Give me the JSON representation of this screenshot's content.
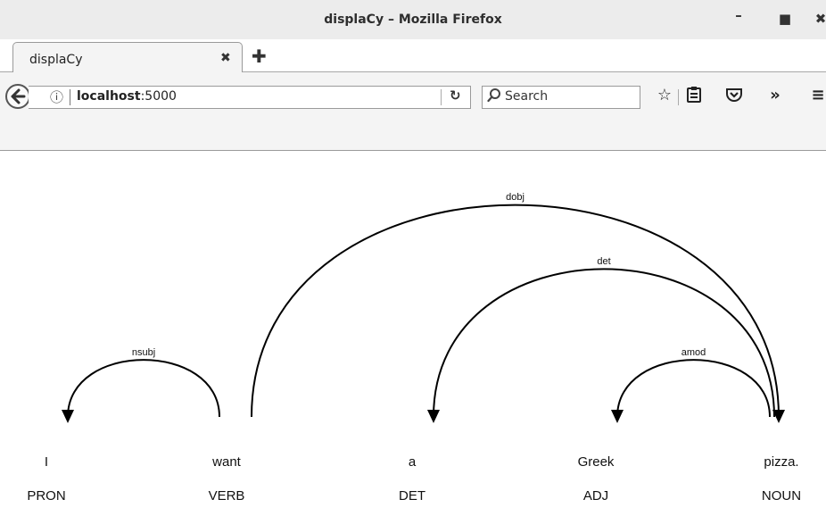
{
  "window": {
    "title": "displaCy – Mozilla Firefox",
    "minimize_label": "–",
    "maximize_label": "■",
    "close_label": "✖"
  },
  "tab": {
    "title": "displaCy",
    "close_label": "✖",
    "new_tab_label": "✚"
  },
  "navbar": {
    "back_label": "🡸",
    "info_label": "ⓘ",
    "url_host": "localhost",
    "url_port": ":5000",
    "reload_label": "↻",
    "search_icon": "search-icon",
    "search_placeholder": "Search",
    "search_glyph": "⌕",
    "star_label": "☆",
    "clip_label": "▤",
    "pocket_label": "▿",
    "overflow_label": "»",
    "menu_label": "≡"
  },
  "parse": {
    "words": [
      {
        "text": "I",
        "tag": "PRON"
      },
      {
        "text": "want",
        "tag": "VERB"
      },
      {
        "text": "a",
        "tag": "DET"
      },
      {
        "text": "Greek",
        "tag": "ADJ"
      },
      {
        "text": "pizza.",
        "tag": "NOUN"
      }
    ],
    "arcs": [
      {
        "label": "nsubj",
        "start": 0,
        "end": 1,
        "dir": "left"
      },
      {
        "label": "dobj",
        "start": 1,
        "end": 4,
        "dir": "right"
      },
      {
        "label": "det",
        "start": 2,
        "end": 4,
        "dir": "left"
      },
      {
        "label": "amod",
        "start": 3,
        "end": 4,
        "dir": "left"
      }
    ]
  }
}
